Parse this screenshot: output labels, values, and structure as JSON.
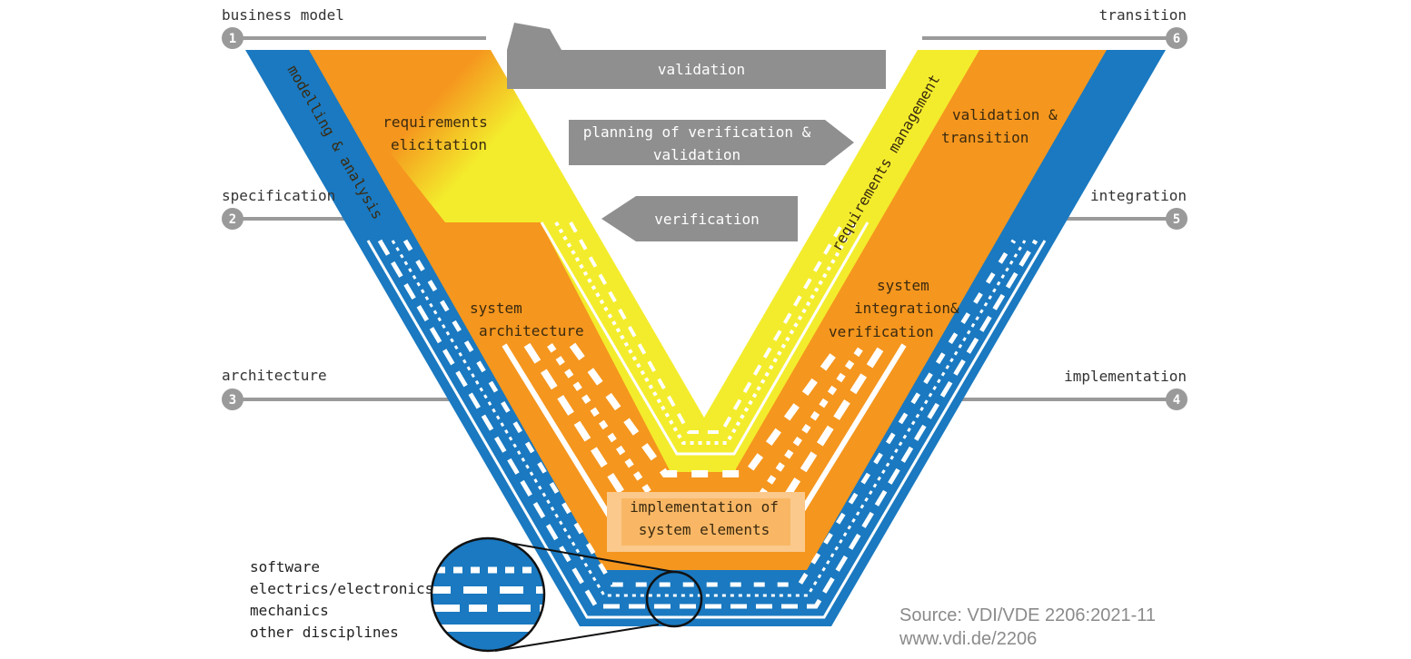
{
  "milestones": {
    "m1": {
      "number": "1",
      "label": "business model"
    },
    "m2": {
      "number": "2",
      "label": "specification"
    },
    "m3": {
      "number": "3",
      "label": "architecture"
    },
    "m4": {
      "number": "4",
      "label": "implementation"
    },
    "m5": {
      "number": "5",
      "label": "integration"
    },
    "m6": {
      "number": "6",
      "label": "transition"
    }
  },
  "arrows": {
    "validation": "validation",
    "planning_line1": "planning of verification &",
    "planning_line2": "validation",
    "verification": "verification"
  },
  "bands": {
    "modelling": "modelling & analysis",
    "req_elicitation_l1": "requirements",
    "req_elicitation_l2": "elicitation",
    "req_management": "requirements management",
    "validation_transition_l1": "validation &",
    "validation_transition_l2": "transition",
    "sys_arch_l1": "system",
    "sys_arch_l2": "architecture",
    "sys_int_l1": "system",
    "sys_int_l2": "integration&",
    "sys_int_l3": "verification",
    "impl_l1": "implementation of",
    "impl_l2": "system elements"
  },
  "legend": {
    "software": "software",
    "electrics": "electrics/electronics",
    "mechanics": "mechanics",
    "other": "other disciplines"
  },
  "source": {
    "line1": "Source: VDI/VDE 2206:2021-11",
    "line2": "www.vdi.de/2206"
  },
  "colors": {
    "blue": "#1a79c0",
    "orange": "#f5961e",
    "yellow": "#f3ec2c",
    "gray": "#9a9a9a",
    "arrow_gray": "#8f8f8f"
  }
}
